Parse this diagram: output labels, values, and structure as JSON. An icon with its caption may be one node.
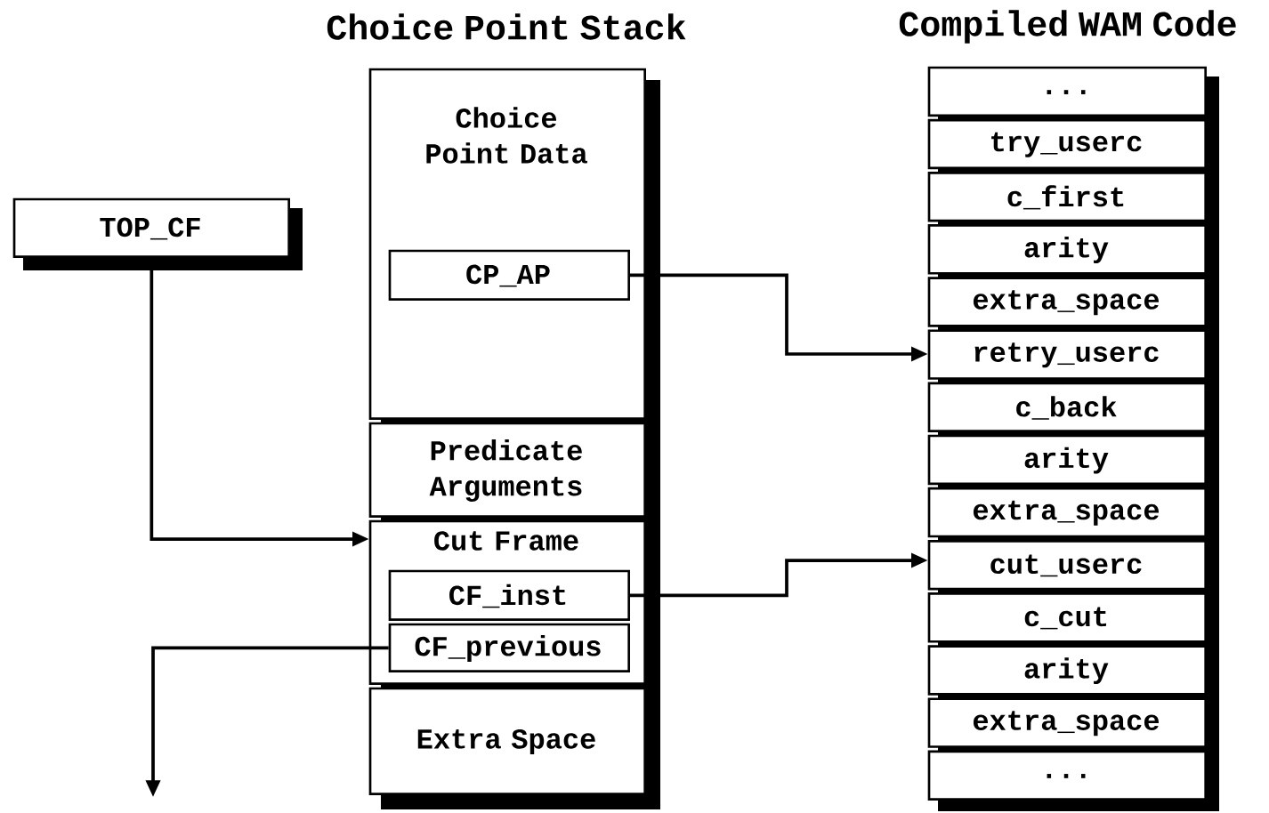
{
  "diagram": {
    "nodes": [
      {
        "text": [
          "Choice Point Data"
        ]
      },
      {
        "text": [
          "CP_AP"
        ],
        "in": 0
      },
      {
        "text": [
          "Predicate Arguments"
        ]
      },
      {
        "text": [
          "Cut Frame"
        ]
      },
      {
        "text": [
          "CF_inst"
        ],
        "in": 3
      },
      {
        "text": [
          "CF_previous"
        ],
        "in": 3
      },
      {
        "text": [
          "Extra Space"
        ]
      },
      {
        "text": [
          "..."
        ]
      },
      {
        "text": [
          "try_userc"
        ]
      },
      {
        "text": [
          "c_first"
        ]
      },
      {
        "text": [
          "arity"
        ]
      },
      {
        "text": [
          "extra_space"
        ]
      },
      {
        "text": [
          "retry_userc"
        ]
      },
      {
        "text": [
          "c_back"
        ]
      },
      {
        "text": [
          "arity"
        ]
      },
      {
        "text": [
          "extra_space"
        ]
      },
      {
        "text": [
          "cut_userc"
        ]
      },
      {
        "text": [
          "c_cut"
        ]
      },
      {
        "text": [
          "arity"
        ]
      },
      {
        "text": [
          "extra_space"
        ]
      },
      {
        "text": [
          "..."
        ]
      },
      {
        "text": [
          "TOP_CF"
        ]
      }
    ],
    "edges": [
      {
        "from": 21,
        "to": 3,
        "arrow": "to"
      },
      {
        "from": 1,
        "to": 12,
        "arrow": "to"
      },
      {
        "from": 4,
        "to": 16,
        "arrow": "to"
      },
      {
        "from": 5,
        "to": null,
        "arrow": "to"
      }
    ],
    "labels": [
      "Choice Point Stack",
      "Compiled WAM Code"
    ]
  }
}
